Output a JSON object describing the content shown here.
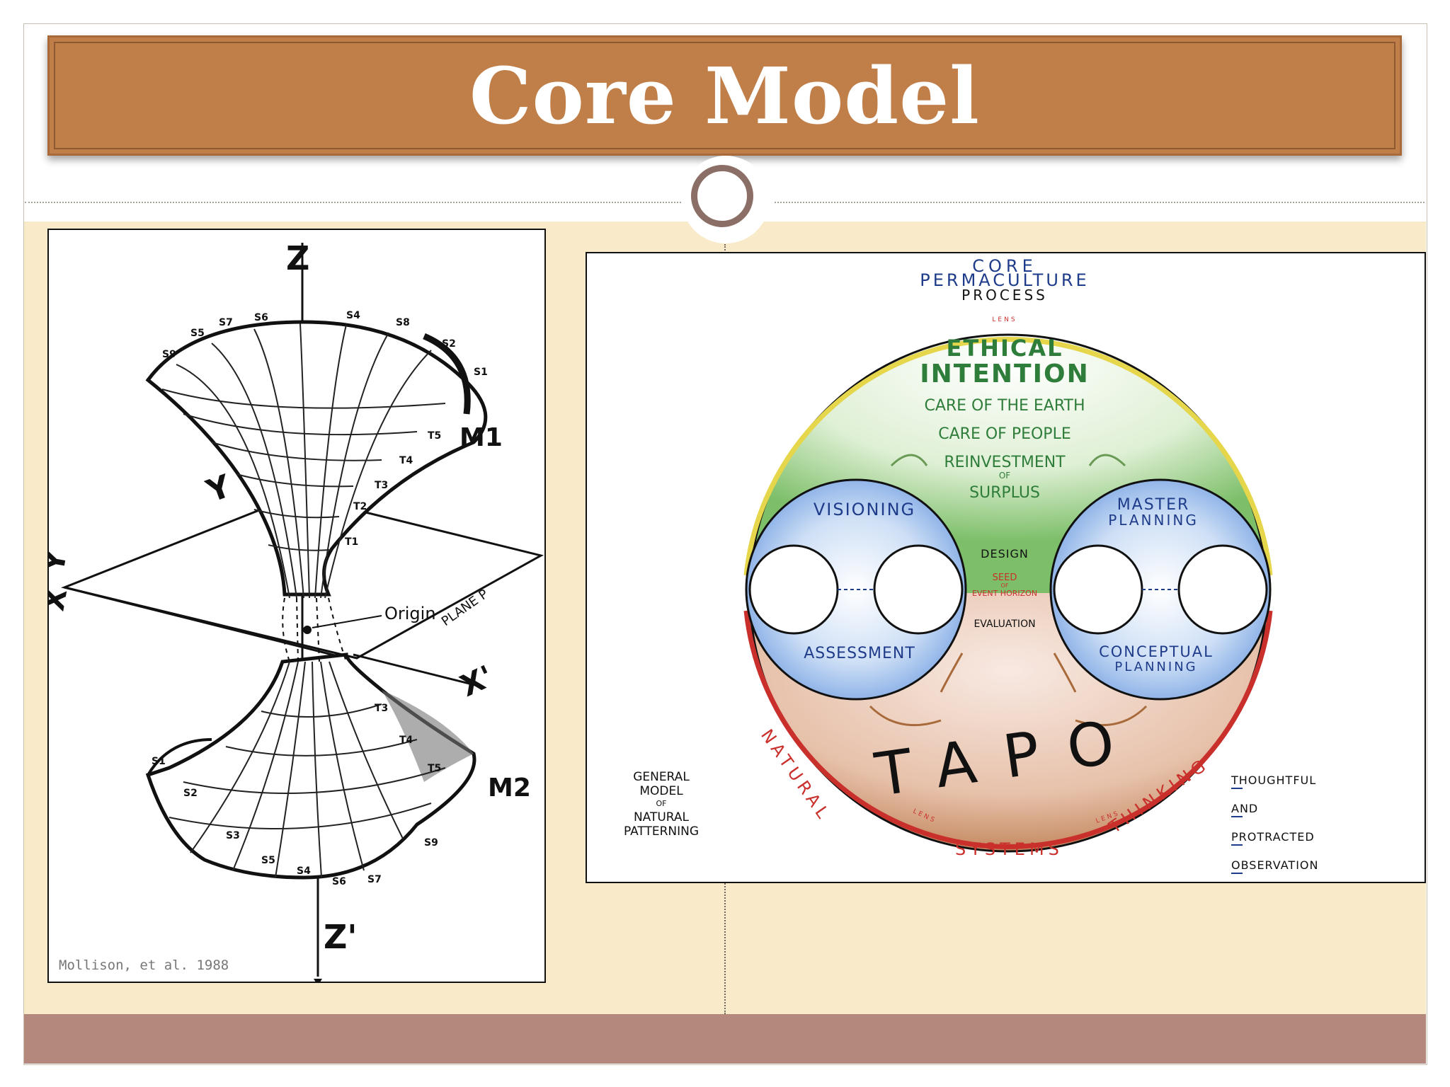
{
  "slide": {
    "title": "Core Model"
  },
  "left_figure": {
    "axis_labels": {
      "z": "Z",
      "z_prime": "Z'",
      "y": "Y",
      "y_left": "Y",
      "x_left": "X",
      "x_prime": "X'"
    },
    "region_labels": {
      "m1": "M1",
      "m2": "M2",
      "origin": "Origin",
      "plane": "PLANE P"
    },
    "small_labels": [
      "S5",
      "S7",
      "S6",
      "S4",
      "S8",
      "S9",
      "S2",
      "S1",
      "T5",
      "T4",
      "T3",
      "T2",
      "T1",
      "S3",
      "S6",
      "S7",
      "S5",
      "S4",
      "S9",
      "S2",
      "S1",
      "T3",
      "T4",
      "T5"
    ],
    "credit": "Mollison, et al. 1988"
  },
  "right_figure": {
    "header": [
      "CORE",
      "PERMACULTURE",
      "PROCESS"
    ],
    "ethics": {
      "title_line1": "ETHICAL",
      "title_line2": "INTENTION",
      "items": [
        "CARE OF THE EARTH",
        "CARE OF PEOPLE",
        "REINVESTMENT",
        "OF",
        "SURPLUS"
      ]
    },
    "quadrants": {
      "visioning": "VISIONING",
      "master_planning_1": "MASTER",
      "master_planning_2": "PLANNING",
      "assessment": "ASSESSMENT",
      "conceptual_planning_1": "CONCEPTUAL",
      "conceptual_planning_2": "PLANNING"
    },
    "center": {
      "design": "DESIGN",
      "seed": "SEED",
      "of": "OF",
      "event_horizon": "EVENT HORIZON",
      "evaluation": "EVALUATION"
    },
    "tapo": "TAPO",
    "lens": "LENS",
    "arc_text": {
      "natural": "NATURAL",
      "systems": "SYSTEMS",
      "thinking": "THINKING"
    },
    "general_model": [
      "GENERAL",
      "MODEL",
      "OF",
      "NATURAL",
      "PATTERNING"
    ],
    "tapo_legend": [
      "THOUGHTFUL",
      "AND",
      "PROTRACTED",
      "OBSERVATION"
    ],
    "colors": {
      "ethics_green": "#2f7d3a",
      "quadrant_blue": "#4f86d9",
      "text_blue": "#1f3c8a",
      "red": "#c9302c",
      "brown": "#b5703f",
      "yellow": "#e5d64b"
    }
  }
}
